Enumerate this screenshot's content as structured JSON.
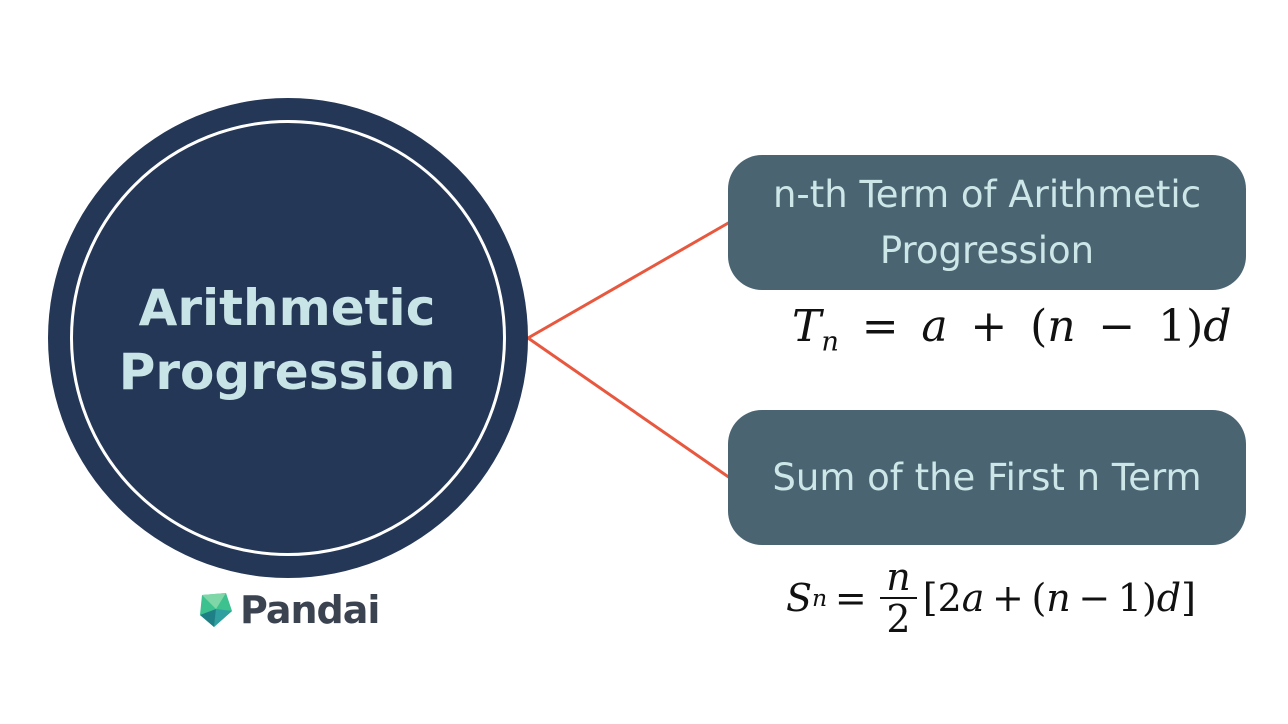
{
  "central_node": {
    "title_line1": "Arithmetic",
    "title_line2": "Progression"
  },
  "branches": [
    {
      "label_line1": "n-th Term of Arithmetic",
      "label_line2": "Progression",
      "formula": {
        "lhs": "T",
        "lhs_sub": "n",
        "eq": "=",
        "rhs_a": "a",
        "plus": "+",
        "paren_open": "(",
        "n": "n",
        "minus": "−",
        "one": "1",
        "paren_close": ")",
        "d": "d"
      }
    },
    {
      "label": "Sum of the First n Term",
      "formula": {
        "lhs": "S",
        "lhs_sub": "n",
        "eq": "=",
        "frac_num": "n",
        "frac_den": "2",
        "bracket_open": "[",
        "two": "2",
        "a": "a",
        "plus": "+",
        "paren_open": "(",
        "n": "n",
        "minus": "−",
        "one": "1",
        "paren_close": ")",
        "d": "d",
        "bracket_close": "]"
      }
    }
  ],
  "logo": {
    "text": "Pandai",
    "icon": "pandai-leaf-icon"
  },
  "colors": {
    "circle": "#253756",
    "circle_text": "#c9e4e6",
    "box": "#4a6472",
    "box_text": "#cde6e8",
    "connector": "#e8583f",
    "logo_green": "#3cc18f",
    "logo_teal": "#2f9fa0",
    "logo_text": "#3b4250"
  }
}
